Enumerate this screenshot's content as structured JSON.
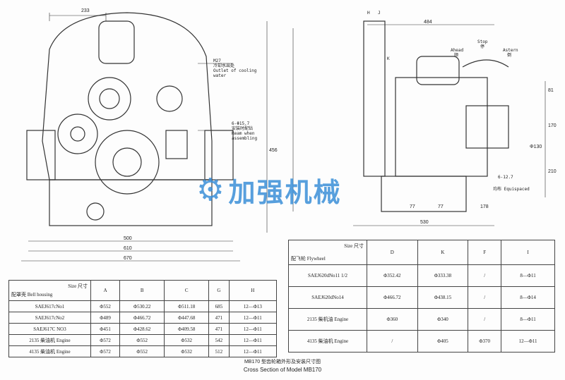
{
  "watermark": "加强机械",
  "caption": {
    "cn": "MB170 型齿轮箱外形及安装尺寸图",
    "en": "Cross Section of Model MB170"
  },
  "left_drawing": {
    "dims": {
      "top": "233",
      "bottom1": "500",
      "bottom2": "610",
      "bottom3": "670",
      "height": "456"
    },
    "notes": {
      "outlet_size": "M27",
      "outlet_cn": "冷却水出处",
      "outlet_en": "Outlet of cooling water",
      "hole_size": "6-Φ15.7",
      "hole_cn": "安装时配钻",
      "hole_en": "Ream when assembling"
    }
  },
  "right_drawing": {
    "dims": {
      "top": "484",
      "bottom1": "77",
      "bottom2": "77",
      "bottom3": "178",
      "bottom4": "530",
      "right1": "81",
      "right2": "170",
      "right3": "210",
      "phi130": "Φ130"
    },
    "labels": {
      "ahead": "Ahead",
      "ahead_cn": "顺",
      "stop": "Stop",
      "stop_cn": "停",
      "astern": "Astern",
      "astern_cn": "倒",
      "k": "K",
      "h": "H",
      "j": "J",
      "holes": "6-12.7",
      "equispaced": "均布 Equispaced"
    }
  },
  "table_left": {
    "corner_top": "Size 尺寸",
    "corner_bottom": "配罩壳 Bell housing",
    "headers": [
      "A",
      "B",
      "C",
      "G",
      "H"
    ],
    "rows": [
      [
        "SAEJ617cNo1",
        "Φ552",
        "Φ530.22",
        "Φ511.18",
        "685",
        "12—Φ13"
      ],
      [
        "SAEJ617cNo2",
        "Φ489",
        "Φ466.72",
        "Φ447.68",
        "471",
        "12—Φ11"
      ],
      [
        "SAEJ617C NO3",
        "Φ451",
        "Φ428.62",
        "Φ409.58",
        "471",
        "12—Φ11"
      ],
      [
        "2135 柴油机 Engine",
        "Φ572",
        "Φ552",
        "Φ532",
        "542",
        "12—Φ11"
      ],
      [
        "4135 柴油机 Engine",
        "Φ572",
        "Φ552",
        "Φ532",
        "512",
        "12—Φ11"
      ]
    ]
  },
  "table_right": {
    "corner_top": "Size 尺寸",
    "corner_bottom": "配飞轮 Flywheel",
    "headers": [
      "D",
      "K",
      "F",
      "I"
    ],
    "rows": [
      [
        "SAEJ620dNo11 1/2",
        "Φ352.42",
        "Φ333.38",
        "/",
        "8—Φ11"
      ],
      [
        "SAEJ620dNo14",
        "Φ466.72",
        "Φ438.15",
        "/",
        "8—Φ14"
      ],
      [
        "2135 柴机油 Engine",
        "Φ360",
        "Φ340",
        "/",
        "8—Φ11"
      ],
      [
        "4135 柴油机 Engine",
        "/",
        "Φ405",
        "Φ370",
        "12—Φ11"
      ]
    ]
  },
  "colors": {
    "ink": "#222222",
    "watermark": "#3b8fd8"
  }
}
